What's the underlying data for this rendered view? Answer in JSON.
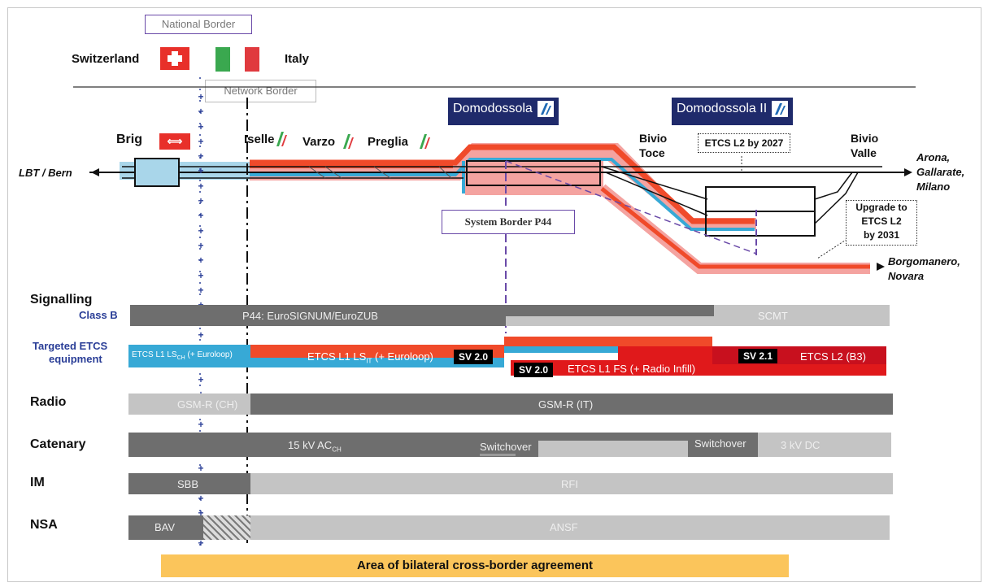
{
  "header": {
    "national_border": "National Border",
    "network_border": "Network Border",
    "switzerland": "Switzerland",
    "italy": "Italy"
  },
  "stations": {
    "domodossola": "Domodossola",
    "domodossola2": "Domodossola II",
    "brig": "Brig",
    "iselle": "Iselle",
    "varzo": "Varzo",
    "preglia": "Preglia",
    "bivio_toce_1": "Bivio",
    "bivio_toce_2": "Toce",
    "bivio_valle_1": "Bivio",
    "bivio_valle_2": "Valle",
    "lbt": "LBT / Bern",
    "arona_1": "Arona,",
    "arona_2": "Gallarate,",
    "arona_3": "Milano",
    "borgo_1": "Borgomanero,",
    "borgo_2": "Novara"
  },
  "callouts": {
    "etcs_2027": "ETCS L2 by 2027",
    "upgrade_1": "Upgrade to",
    "upgrade_2": "ETCS L2",
    "upgrade_3": "by 2031",
    "system_border": "System Border P44"
  },
  "rows": {
    "signalling": "Signalling",
    "class_b": "Class B",
    "targeted_1": "Targeted ETCS",
    "targeted_2": "equipment",
    "radio": "Radio",
    "catenary": "Catenary",
    "im": "IM",
    "nsa": "NSA"
  },
  "bars": {
    "p44": "P44: EuroSIGNUM/EuroZUB",
    "scmt": "SCMT",
    "etcs_ch_a": "ETCS L1 LS",
    "etcs_ch_sub": "CH",
    "etcs_ch_b": " (+ Euroloop)",
    "etcs_it_a": "ETCS L1 LS",
    "etcs_it_sub": "IT",
    "etcs_it_b": " (+ Euroloop)",
    "sv20a": "SV 2.0",
    "sv20b": "SV 2.0",
    "sv21": "SV 2.1",
    "etcs_fs": "ETCS L1 FS (+ Radio Infill)",
    "etcs_l2": "ETCS L2 (B3)",
    "gsmr_ch": "GSM-R (CH)",
    "gsmr_it": "GSM-R (IT)",
    "cat_15kv_a": "15 kV AC",
    "cat_15kv_sub": "CH",
    "switchover1": "Switchover",
    "switchover2": "Switchover",
    "cat_3kv": "3 kV DC",
    "sbb": "SBB",
    "rfi": "RFI",
    "bav": "BAV",
    "ansf": "ANSF"
  },
  "footer": "Area of bilateral cross-border agreement",
  "colors": {
    "red": "#f04a2a",
    "pink": "#f4a3a0",
    "blue": "#37a9d6",
    "lightblue": "#a9d6ea",
    "darkgrey": "#6e6e6e",
    "lightgrey": "#c4c4c4",
    "navy": "#1f2a6b",
    "purple": "#6a4aa8",
    "yellow": "#fbc55b"
  }
}
